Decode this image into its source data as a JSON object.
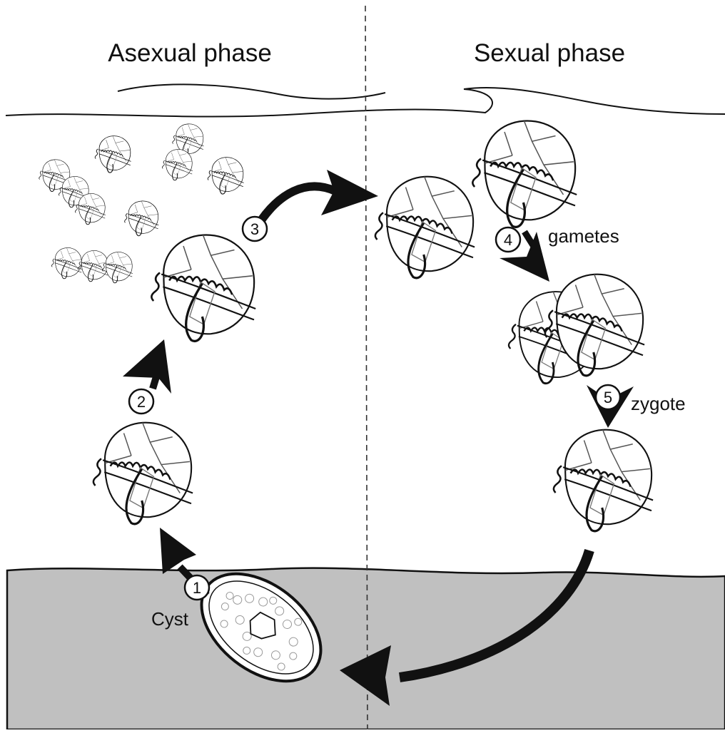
{
  "phases": {
    "left": "Asexual phase",
    "right": "Sexual phase"
  },
  "steps": {
    "s1": "1",
    "s2": "2",
    "s3": "3",
    "s4": "4",
    "s5": "5"
  },
  "labels": {
    "cyst": "Cyst",
    "gametes": "gametes",
    "zygote": "zygote"
  },
  "colors": {
    "sediment": "#c0c0c0",
    "ink": "#111111",
    "cell_fill": "#ffffff"
  },
  "icons": {
    "cell": "dinoflagellate-cell-icon",
    "cyst": "cyst-icon",
    "arrow": "cycle-arrow-icon"
  }
}
